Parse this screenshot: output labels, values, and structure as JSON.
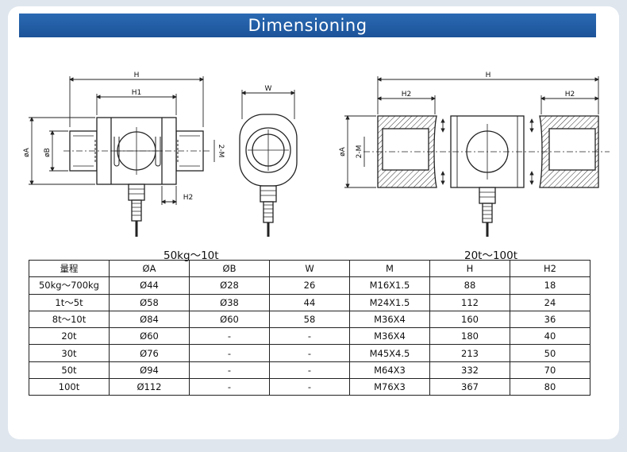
{
  "banner": {
    "title": "Dimensioning"
  },
  "drawing_left": {
    "caption": "50kg〜10t",
    "labels": {
      "h": "H",
      "h1": "H1",
      "h2": "H2",
      "w": "W",
      "phi_a": "øA",
      "phi_b": "øB",
      "m": "2-M"
    }
  },
  "drawing_right": {
    "caption": "20t〜100t",
    "labels": {
      "h": "H",
      "h2_left": "H2",
      "h2_right": "H2",
      "phi_a": "øA",
      "m": "2-M"
    }
  },
  "table": {
    "headers": [
      "量程",
      "ØA",
      "ØB",
      "W",
      "M",
      "H",
      "H2"
    ],
    "rows": [
      [
        "50kg〜700kg",
        "Ø44",
        "Ø28",
        "26",
        "M16X1.5",
        "88",
        "18"
      ],
      [
        "1t〜5t",
        "Ø58",
        "Ø38",
        "44",
        "M24X1.5",
        "112",
        "24"
      ],
      [
        "8t〜10t",
        "Ø84",
        "Ø60",
        "58",
        "M36X4",
        "160",
        "36"
      ],
      [
        "20t",
        "Ø60",
        "-",
        "-",
        "M36X4",
        "180",
        "40"
      ],
      [
        "30t",
        "Ø76",
        "-",
        "-",
        "M45X4.5",
        "213",
        "50"
      ],
      [
        "50t",
        "Ø94",
        "-",
        "-",
        "M64X3",
        "332",
        "70"
      ],
      [
        "100t",
        "Ø112",
        "-",
        "-",
        "M76X3",
        "367",
        "80"
      ]
    ]
  }
}
